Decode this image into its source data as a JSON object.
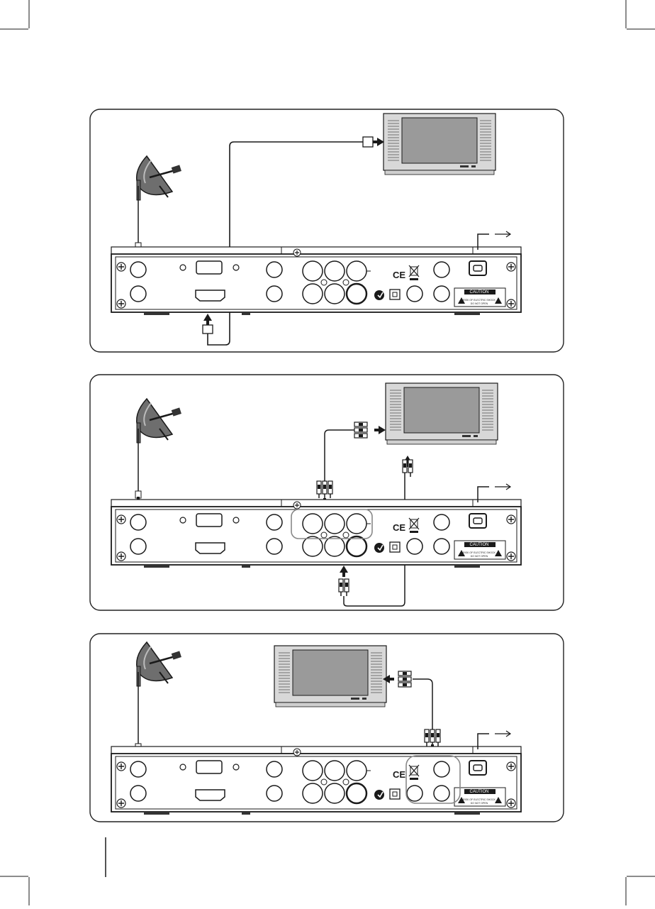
{
  "panels": [
    {
      "id": "hdmi",
      "caution_label": "CAUTION",
      "warning_text": [
        "RISK OF ELECTRIC SHOCK",
        "DO NOT OPEN"
      ]
    },
    {
      "id": "rca",
      "caution_label": "CAUTION",
      "warning_text": [
        "RISK OF ELECTRIC SHOCK",
        "DO NOT OPEN"
      ]
    },
    {
      "id": "scart-rca",
      "caution_label": "CAUTION",
      "warning_text": [
        "RISK OF ELECTRIC SHOCK",
        "DO NOT OPEN"
      ]
    }
  ],
  "marks": {
    "ce": "CE"
  },
  "colors": {
    "line": "#1a1a1a",
    "tv_screen": "#9a9a9a",
    "panel_border": "#222222"
  },
  "icons": [
    "satellite-dish-icon",
    "tv-icon",
    "hdmi-plug-icon",
    "rca-plug-icon",
    "power-cord-icon",
    "weee-bin-icon",
    "warning-triangle-icon"
  ]
}
